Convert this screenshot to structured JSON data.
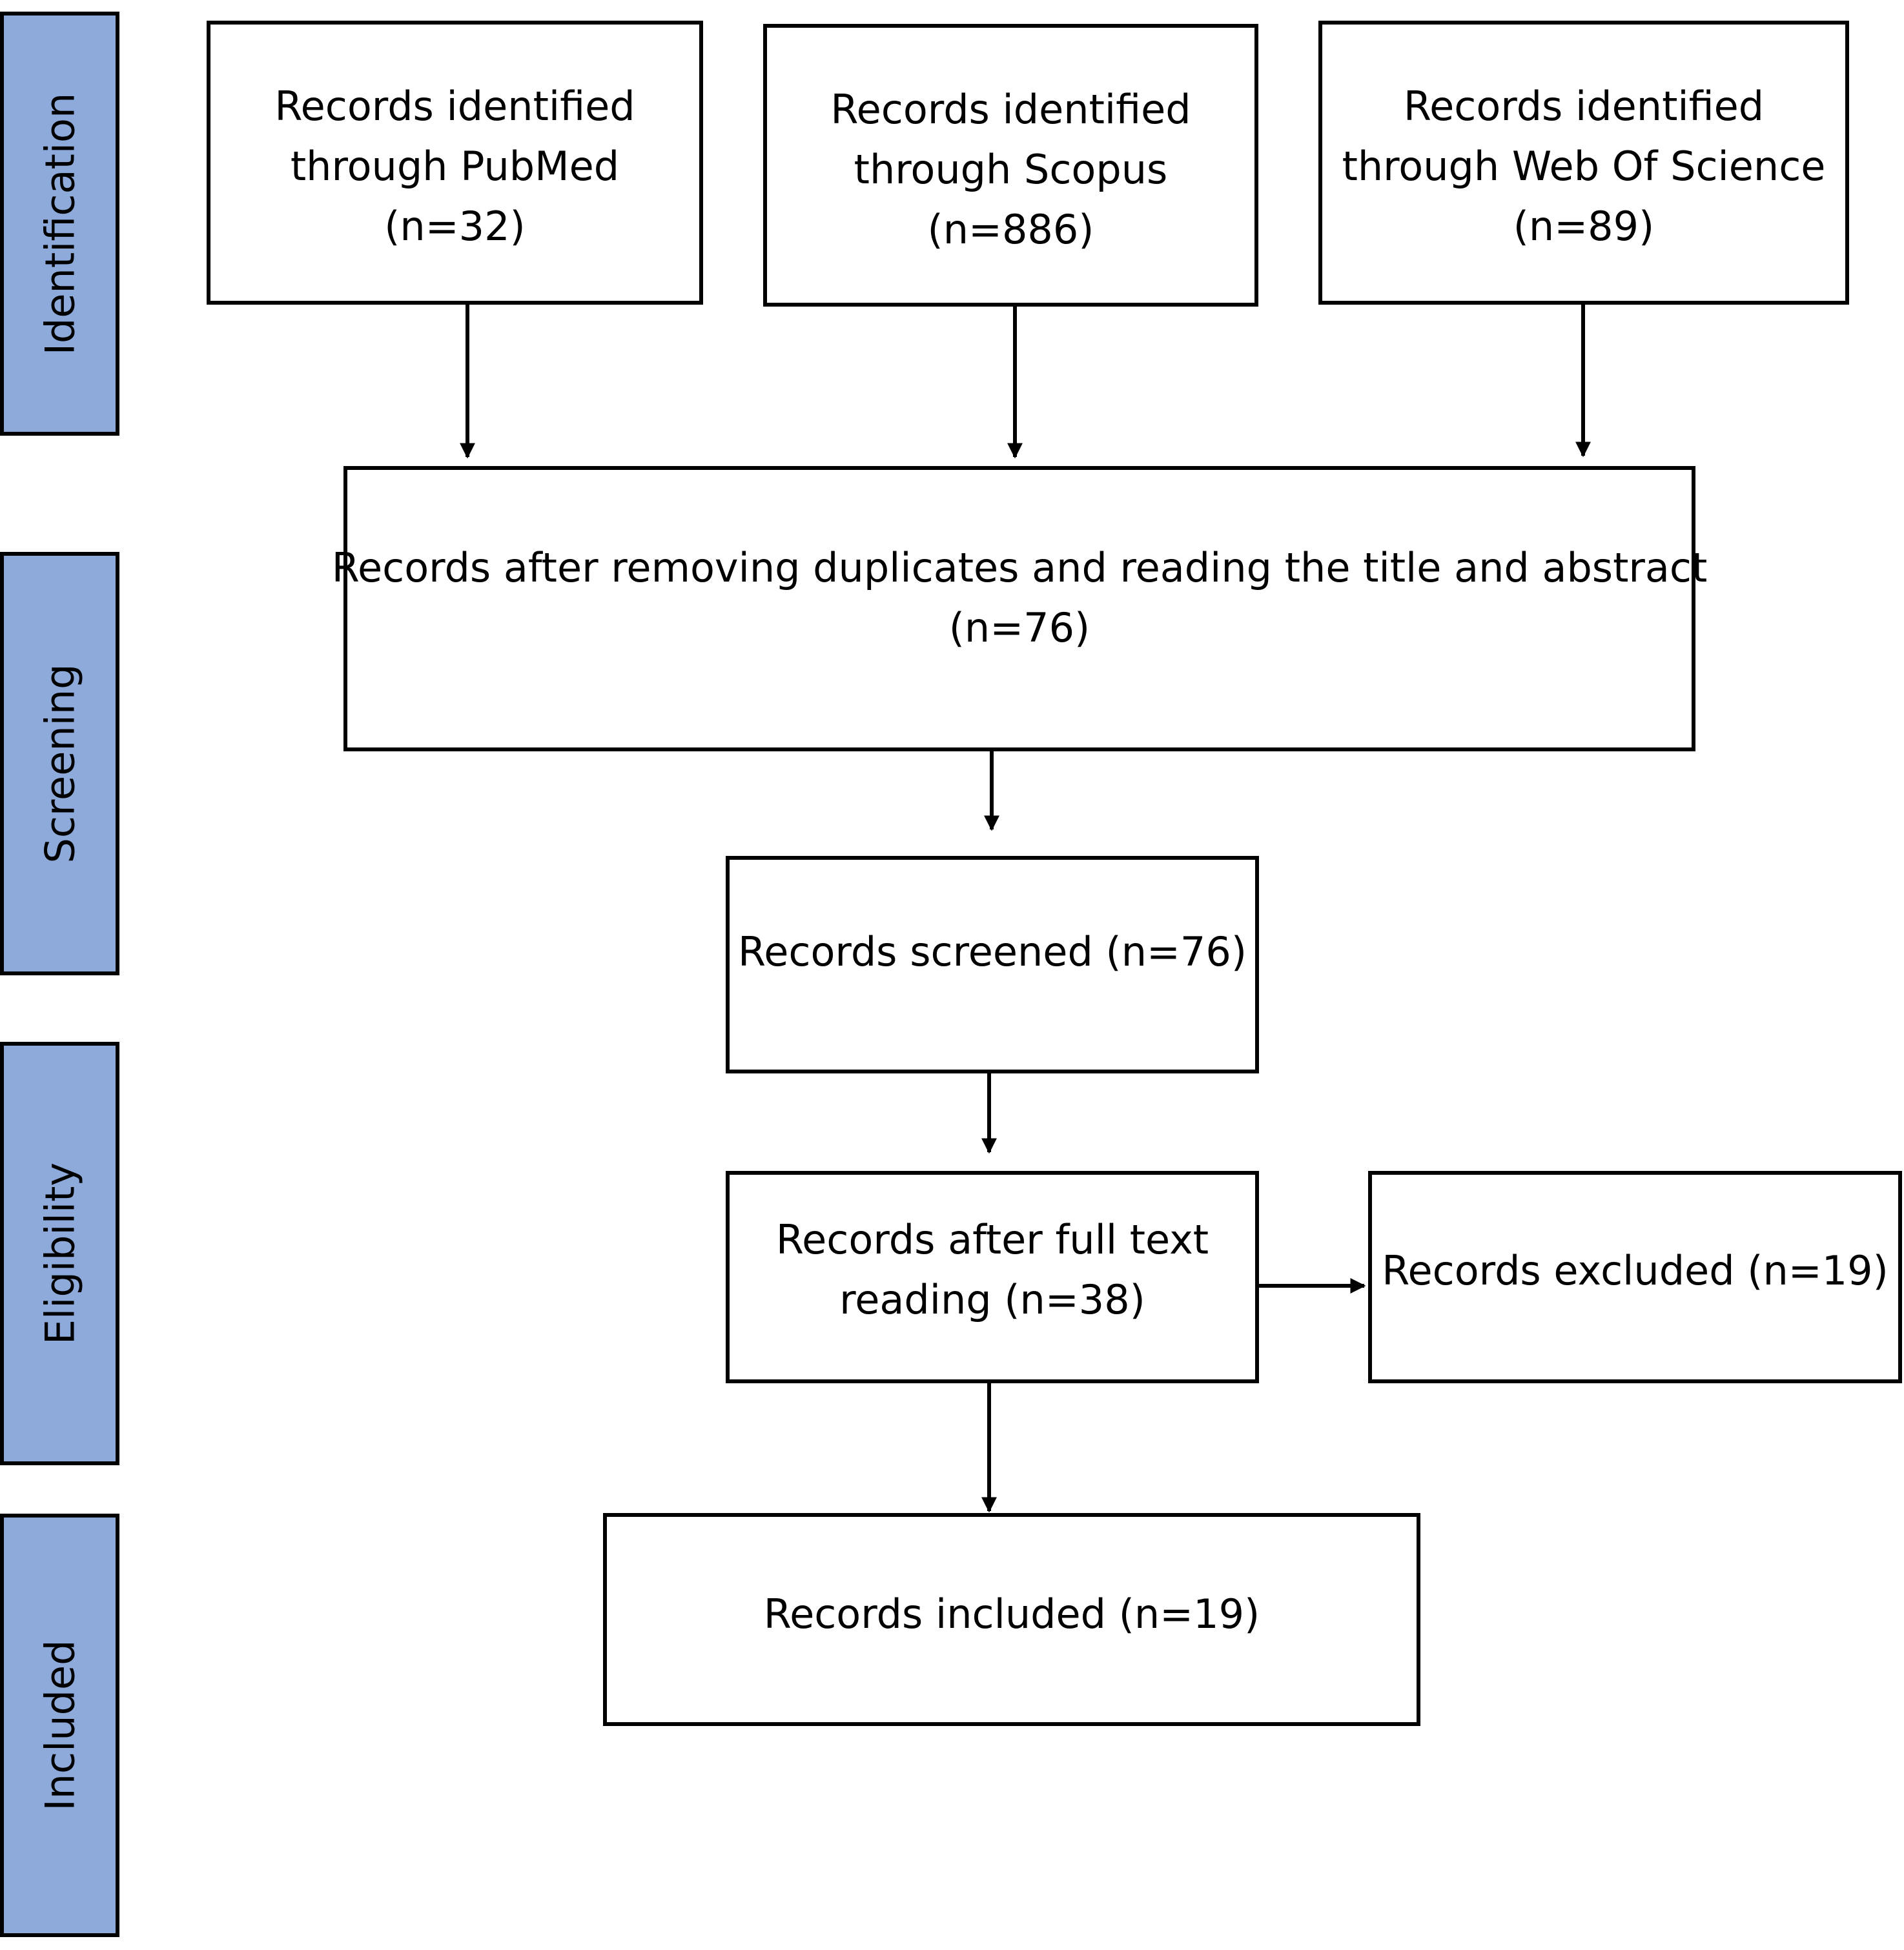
{
  "stages": [
    {
      "label": "Identification"
    },
    {
      "label": "Screening"
    },
    {
      "label": "Eligibility"
    },
    {
      "label": "Included"
    }
  ],
  "boxes": {
    "pubmed": {
      "lines": [
        "Records identified",
        "through PubMed",
        "(n=32)"
      ]
    },
    "scopus": {
      "lines": [
        "Records identified",
        "through Scopus",
        "(n=886)"
      ]
    },
    "wos": {
      "lines": [
        "Records identified",
        "through Web Of Science",
        "(n=89)"
      ]
    },
    "after_duplicates": {
      "lines": [
        "Records after removing duplicates and reading the title and abstract",
        "(n=76)"
      ]
    },
    "screened": {
      "lines": [
        "Records screened (n=76)"
      ]
    },
    "full_text": {
      "lines": [
        "Records after full text",
        "reading (n=38)"
      ]
    },
    "excluded": {
      "lines": [
        "Records excluded (n=19)"
      ]
    },
    "included": {
      "lines": [
        "Records included (n=19)"
      ]
    }
  },
  "colors": {
    "stage_fill": "#8eaadb",
    "stroke": "#000000",
    "box_fill": "#ffffff"
  }
}
